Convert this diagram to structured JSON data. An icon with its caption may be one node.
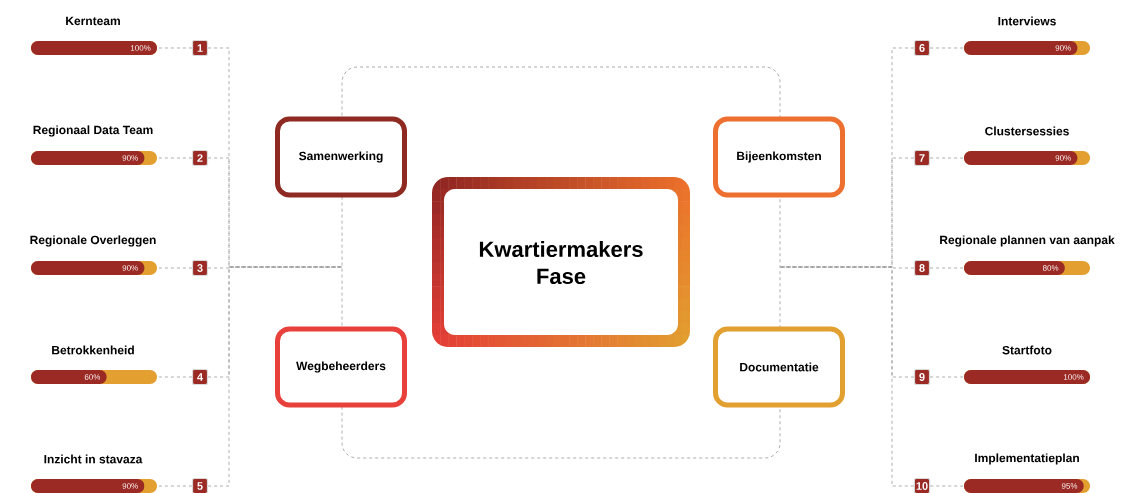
{
  "diagram": {
    "nodes": [
      {
        "text": [],
        "shape": "box"
      },
      {
        "text": [
          "Kwartiermakers Fase"
        ],
        "in": 0
      },
      {
        "text": [
          "Samenwerking"
        ]
      },
      {
        "text": [
          "Bijeenkomsten"
        ]
      },
      {
        "text": [
          "Wegbeheerders"
        ]
      },
      {
        "text": [
          "Documentatie"
        ]
      },
      {
        "text": [
          "Kernteam",
          "100%"
        ]
      },
      {
        "text": [
          "1"
        ]
      },
      {
        "text": [
          "Regionaal Data Team",
          "90%"
        ]
      },
      {
        "text": [
          "2"
        ]
      },
      {
        "text": [
          "Regionale Overleggen",
          "90%"
        ]
      },
      {
        "text": [
          "3"
        ]
      },
      {
        "text": [
          "Betrokkenheid",
          "60%"
        ]
      },
      {
        "text": [
          "4"
        ]
      },
      {
        "text": [
          "Inzicht in stavaza",
          "90%"
        ]
      },
      {
        "text": [
          "5"
        ]
      },
      {
        "text": [
          "Interviews",
          "90%"
        ]
      },
      {
        "text": [
          "6"
        ]
      },
      {
        "text": [
          "Clustersessies",
          "90%"
        ]
      },
      {
        "text": [
          "7"
        ]
      },
      {
        "text": [
          "Regionale plannen van aanpak",
          "80%"
        ]
      },
      {
        "text": [
          "8"
        ]
      },
      {
        "text": [
          "Startfoto",
          "100%"
        ]
      },
      {
        "text": [
          "9"
        ]
      },
      {
        "text": [
          "Implementatieplan",
          "95%"
        ]
      },
      {
        "text": [
          "10"
        ]
      }
    ],
    "edges": [
      {
        "from": 7,
        "to": 6,
        "arrow": "none",
        "style": "dashed"
      },
      {
        "from": 9,
        "to": 8,
        "arrow": "none",
        "style": "dashed"
      },
      {
        "from": 11,
        "to": 10,
        "arrow": "none",
        "style": "dashed"
      },
      {
        "from": 13,
        "to": 12,
        "arrow": "none",
        "style": "dashed"
      },
      {
        "from": 15,
        "to": 14,
        "arrow": "none",
        "style": "dashed"
      },
      {
        "from": 17,
        "to": 16,
        "arrow": "none",
        "style": "dashed"
      },
      {
        "from": 19,
        "to": 18,
        "arrow": "none",
        "style": "dashed"
      },
      {
        "from": 21,
        "to": 20,
        "arrow": "none",
        "style": "dashed"
      },
      {
        "from": 23,
        "to": 22,
        "arrow": "none",
        "style": "dashed"
      },
      {
        "from": 25,
        "to": 24,
        "arrow": "none",
        "style": "dashed"
      },
      {
        "from": 7,
        "to": 0,
        "arrow": "none",
        "style": "dashed"
      },
      {
        "from": 9,
        "to": 0,
        "arrow": "none",
        "style": "dashed"
      },
      {
        "from": 11,
        "to": 0,
        "arrow": "none",
        "style": "dashed"
      },
      {
        "from": 13,
        "to": 0,
        "arrow": "none",
        "style": "dashed"
      },
      {
        "from": 15,
        "to": 0,
        "arrow": "none",
        "style": "dashed"
      },
      {
        "from": 17,
        "to": 0,
        "arrow": "none",
        "style": "dashed"
      },
      {
        "from": 19,
        "to": 0,
        "arrow": "none",
        "style": "dashed"
      },
      {
        "from": 21,
        "to": 0,
        "arrow": "none",
        "style": "dashed"
      },
      {
        "from": 23,
        "to": 0,
        "arrow": "none",
        "style": "dashed"
      },
      {
        "from": 25,
        "to": 0,
        "arrow": "none",
        "style": "dashed"
      }
    ]
  }
}
